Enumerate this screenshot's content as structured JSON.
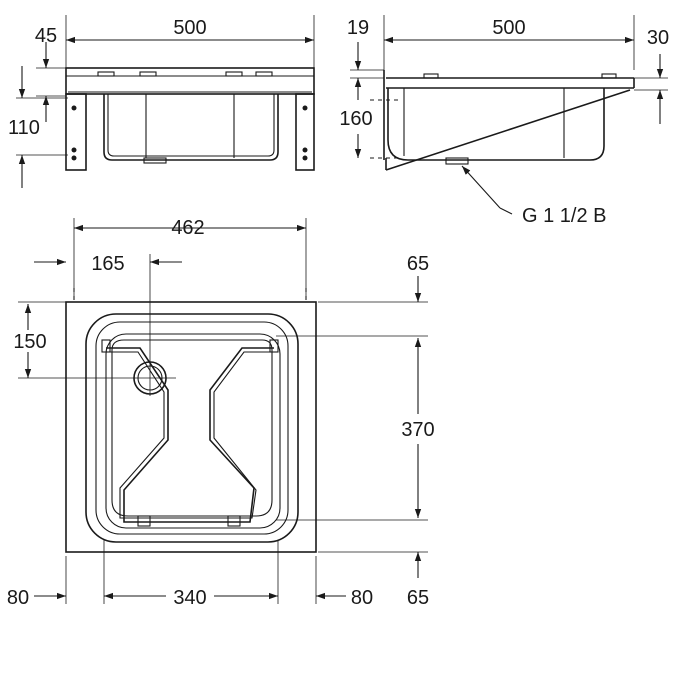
{
  "dimensions": {
    "front_width": "500",
    "front_rim_height": "45",
    "front_bracket_height": "110",
    "side_width": "500",
    "side_top": "19",
    "side_height": "160",
    "side_right": "30",
    "thread": "G 1 1/2 B",
    "plan_bracket_span": "462",
    "plan_drain_offset_x": "165",
    "plan_right_offset": "65",
    "plan_drain_offset_y": "150",
    "plan_depth": "370",
    "plan_left_margin": "80",
    "plan_bowl_width": "340",
    "plan_right_margin": "80",
    "plan_bottom_offset": "65"
  }
}
